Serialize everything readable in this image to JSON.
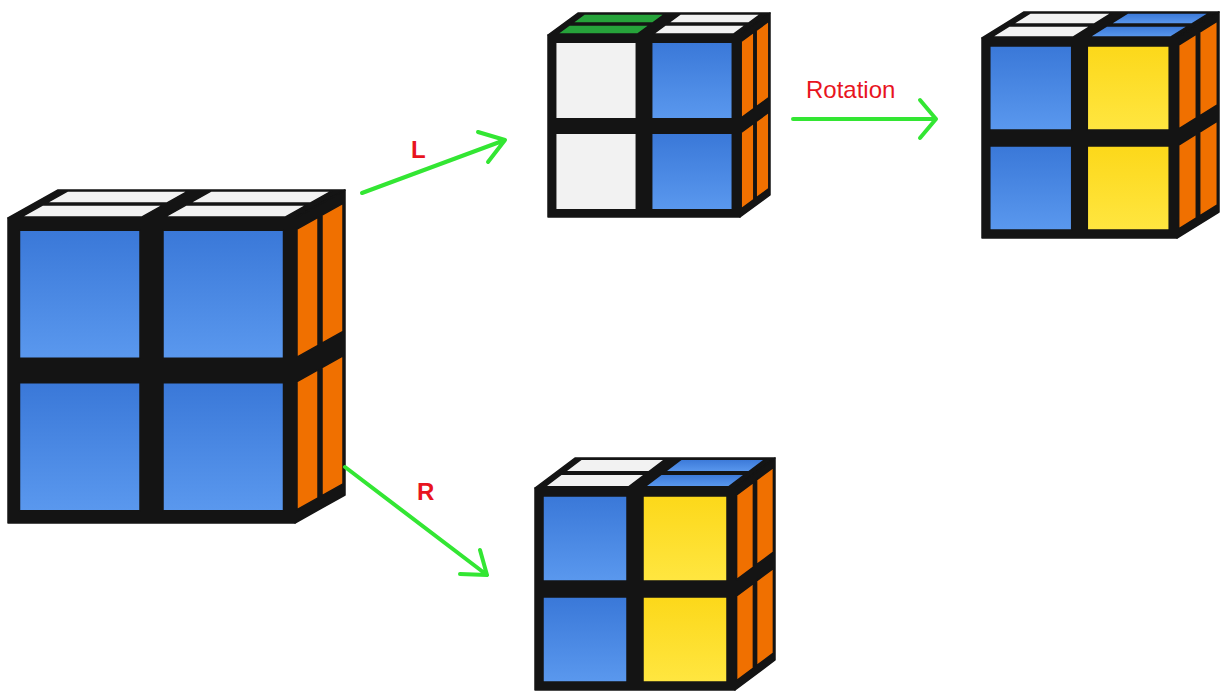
{
  "diagram": {
    "labels": [
      "L",
      "R",
      "Rotation"
    ]
  }
}
